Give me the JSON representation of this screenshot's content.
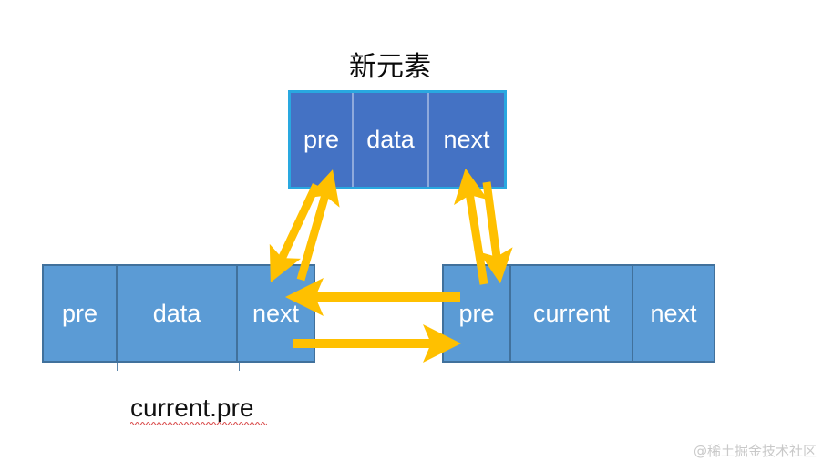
{
  "diagram": {
    "title": "新元素",
    "caption": "current.pre",
    "watermark": "@稀土掘金技术社区",
    "colors": {
      "new_node_fill": "#4472C4",
      "new_node_border": "#29A8E0",
      "new_node_divider": "#8FAADC",
      "list_node_fill": "#5B9BD5",
      "list_node_border": "#41719C",
      "arrow": "#FFC000",
      "title_text": "#0A0A0A",
      "cell_text": "#FFFFFF",
      "spellcheck_underline": "#D94A4A",
      "background": "#FFFFFF",
      "watermark_text": "#C9C9C9"
    }
  },
  "nodes": {
    "new_element": {
      "label": "新元素",
      "cells": [
        {
          "text": "pre"
        },
        {
          "text": "data"
        },
        {
          "text": "next"
        }
      ]
    },
    "left_node": {
      "cells": [
        {
          "text": "pre"
        },
        {
          "text": "data"
        },
        {
          "text": "next"
        }
      ]
    },
    "right_node": {
      "cells": [
        {
          "text": "pre"
        },
        {
          "text": "current"
        },
        {
          "text": "next"
        }
      ]
    }
  },
  "arrows": [
    {
      "name": "new-pre-to-left-next",
      "from": "new_element.pre",
      "to": "left_node.next",
      "direction": "down-left"
    },
    {
      "name": "left-next-to-new-pre",
      "from": "left_node.next",
      "to": "new_element.pre",
      "direction": "up-right"
    },
    {
      "name": "right-pre-to-new-next",
      "from": "right_node.pre",
      "to": "new_element.next",
      "direction": "up-left"
    },
    {
      "name": "new-next-to-right-pre",
      "from": "new_element.next",
      "to": "right_node.pre",
      "direction": "down-right"
    },
    {
      "name": "right-pre-to-left-next",
      "from": "right_node.pre",
      "to": "left_node.next",
      "direction": "left"
    },
    {
      "name": "left-next-to-right-pre",
      "from": "left_node.next",
      "to": "right_node.pre",
      "direction": "right"
    }
  ]
}
